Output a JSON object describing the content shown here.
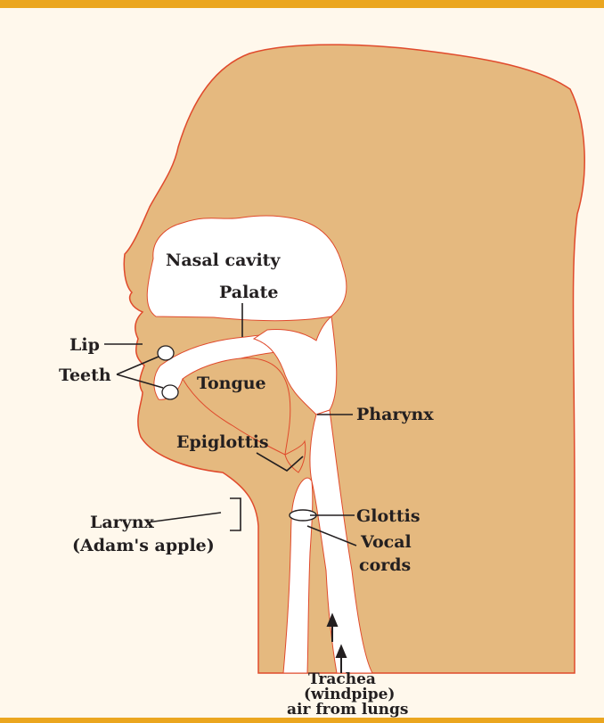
{
  "colors": {
    "background": "#fff8ec",
    "accent_bar": "#eba61f",
    "tissue": "#e5b97f",
    "outline": "#e04a2c",
    "airway": "#ffffff",
    "text": "#231f20"
  },
  "labels": {
    "nasal_cavity": "Nasal cavity",
    "palate": "Palate",
    "lip": "Lip",
    "teeth": "Teeth",
    "tongue": "Tongue",
    "pharynx": "Pharynx",
    "epiglottis": "Epiglottis",
    "glottis": "Glottis",
    "vocal_cords_1": "Vocal",
    "vocal_cords_2": "cords",
    "larynx_1": "Larynx",
    "larynx_2": "(Adam's apple)",
    "trachea_1": "Trachea",
    "trachea_2": "(windpipe)",
    "trachea_3": "air from lungs"
  }
}
